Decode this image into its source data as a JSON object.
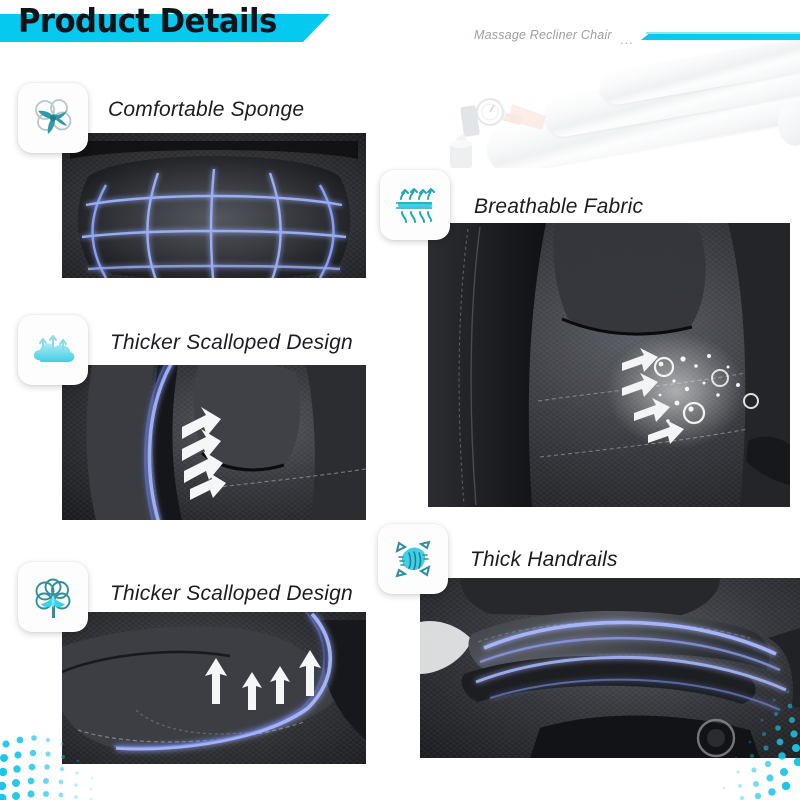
{
  "header": {
    "title": "Product Details",
    "subtitle": "Massage Recliner Chair",
    "subtitle_dots": "...",
    "accent_color": "#06C9F0",
    "title_color": "#111318"
  },
  "features": [
    {
      "id": "comfortable-sponge",
      "label": "Comfortable Sponge",
      "icon": "cotton-cloud-icon",
      "photo_alt": "headrest-with-blue-grid-overlay",
      "overlay": "blue-mesh-grid"
    },
    {
      "id": "breathable-fabric",
      "label": "Breathable Fabric",
      "icon": "airflow-arrows-icon",
      "photo_alt": "chair-backrest-with-air-bubbles",
      "overlay": "white-arrows-and-bubbles"
    },
    {
      "id": "thicker-scalloped-design-upper",
      "label": "Thicker Scalloped Design",
      "icon": "cloud-up-arrows-icon",
      "photo_alt": "scalloped-backrest-side-with-blue-arc",
      "overlay": "blue-arc-and-white-arrows"
    },
    {
      "id": "thicker-scalloped-design-lower",
      "label": "Thicker Scalloped Design",
      "icon": "cotton-flower-icon",
      "photo_alt": "seat-cushion-with-blue-arc",
      "overlay": "blue-arc-and-white-up-arrows"
    },
    {
      "id": "thick-handrails",
      "label": "Thick Handrails",
      "icon": "fabric-expand-icon",
      "photo_alt": "padded-armrest-with-blue-highlight-streaks",
      "overlay": "blue-streaks"
    }
  ],
  "decor": {
    "halftone_color": "#1FC5E8",
    "halftone_bottom_left": "halftone-dot-gradient",
    "halftone_bottom_right": "halftone-dot-gradient"
  }
}
